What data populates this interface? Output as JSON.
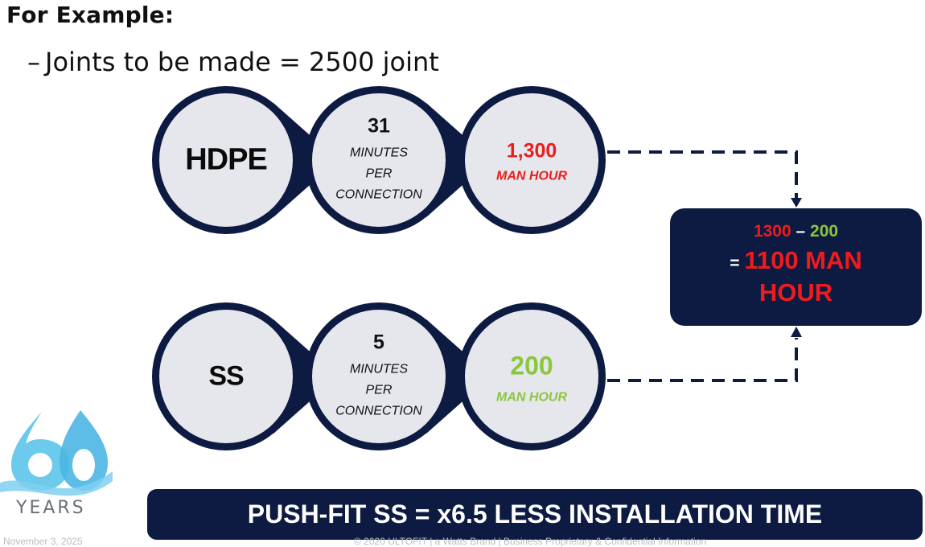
{
  "heading": "For Example:",
  "bullet": {
    "dash": "–",
    "text": "Joints to be made = 2500 joint"
  },
  "hdpe": {
    "label": "HDPE",
    "minutes_value": "31",
    "minutes_line1": "MINUTES",
    "minutes_line2": "PER",
    "minutes_line3": "CONNECTION",
    "man_hour_value": "1,300",
    "man_hour_unit": "MAN HOUR"
  },
  "ss": {
    "label": "SS",
    "minutes_value": "5",
    "minutes_line1": "MINUTES",
    "minutes_line2": "PER",
    "minutes_line3": "CONNECTION",
    "man_hour_value": "200",
    "man_hour_unit": "MAN HOUR"
  },
  "result": {
    "calc_left": "1300",
    "calc_op": " – ",
    "calc_right": "200",
    "equals": "= ",
    "result_line1": "1100 MAN",
    "result_line2": "HOUR"
  },
  "banner": "PUSH-FIT SS = x6.5 LESS INSTALLATION TIME",
  "logo": {
    "number": "60",
    "text": "YEARS"
  },
  "footer": {
    "date": "November 3, 2025",
    "copyright": "© 2020 ULTOFIT | a Watts Brand | Business Proprietary & Confidential Information"
  },
  "colors": {
    "navy": "#0d1a42",
    "circle_fill": "#e5e7ec",
    "red": "#ee1c1c",
    "green": "#8cc63f"
  }
}
